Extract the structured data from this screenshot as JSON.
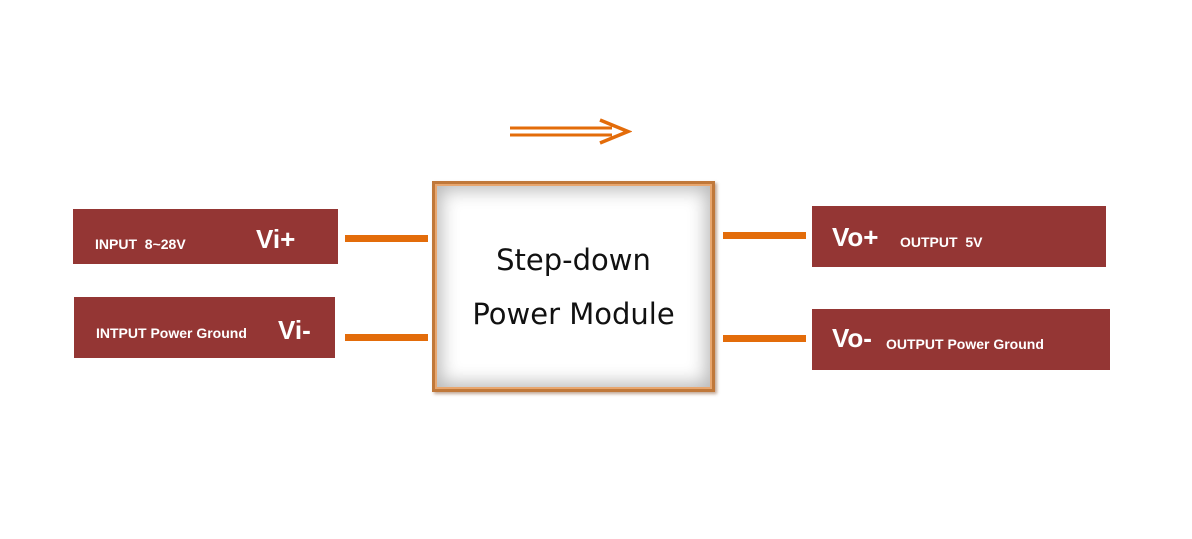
{
  "diagram": {
    "module": {
      "line1": "Step-down",
      "line2": "Power Module"
    },
    "input_positive": {
      "desc": "INPUT  8~28V",
      "terminal": "Vi+"
    },
    "input_ground": {
      "desc": "INTPUT Power Ground",
      "terminal": "Vi-"
    },
    "output_positive": {
      "terminal": "Vo+",
      "desc": "OUTPUT  5V"
    },
    "output_ground": {
      "terminal": "Vo-",
      "desc": "OUTPUT Power Ground"
    }
  },
  "colors": {
    "label_fill": "#943634",
    "wire": "#e36c0a",
    "module_border": "#c0783a",
    "arrow": "#e36c0a"
  },
  "icons": {
    "flow_arrow": "double-line-right-arrow-icon"
  }
}
